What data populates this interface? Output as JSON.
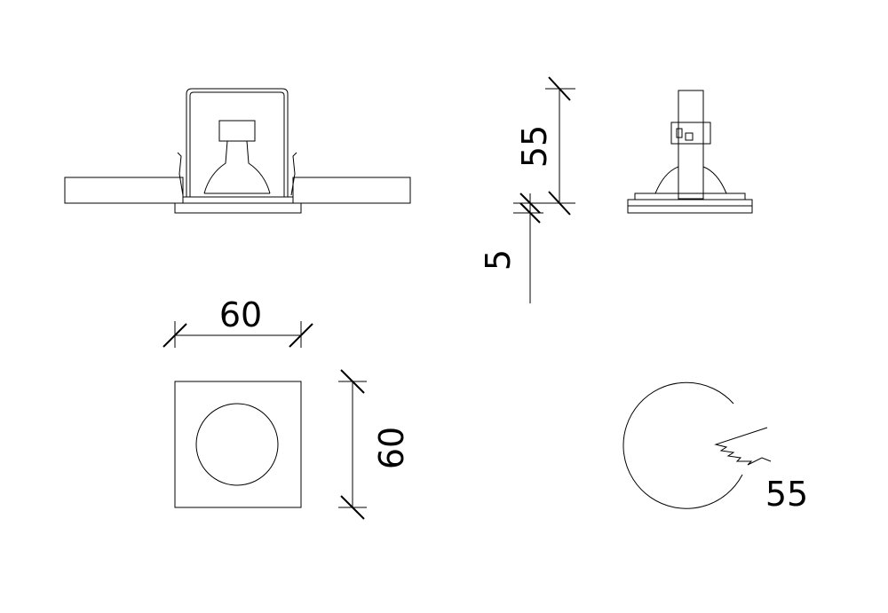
{
  "dimensions": {
    "height_label": "55",
    "lip_label": "5",
    "width_label": "60",
    "depth_label": "60",
    "cutout_label": "55"
  },
  "colors": {
    "line": "#000000",
    "background": "#ffffff"
  }
}
